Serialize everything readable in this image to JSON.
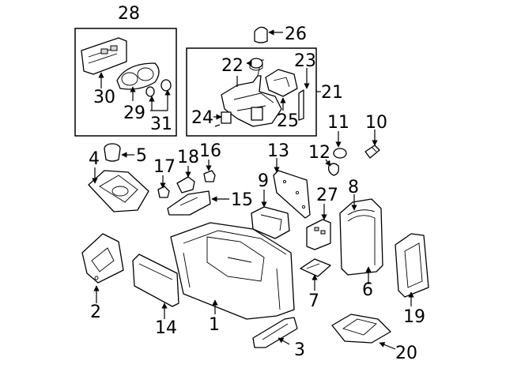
{
  "callouts": {
    "c1": "1",
    "c2": "2",
    "c3": "3",
    "c4": "4",
    "c5": "5",
    "c6": "6",
    "c7": "7",
    "c8": "8",
    "c9": "9",
    "c10": "10",
    "c11": "11",
    "c12": "12",
    "c13": "13",
    "c14": "14",
    "c15": "15",
    "c16": "16",
    "c17": "17",
    "c18": "18",
    "c19": "19",
    "c20": "20",
    "c21": "21",
    "c22": "22",
    "c23": "23",
    "c24": "24",
    "c25": "25",
    "c26": "26",
    "c27": "27",
    "c28": "28",
    "c29": "29",
    "c30": "30",
    "c31": "31"
  },
  "colors": {
    "line": "#000000",
    "background": "#ffffff",
    "shade": "#d9d9d9"
  }
}
